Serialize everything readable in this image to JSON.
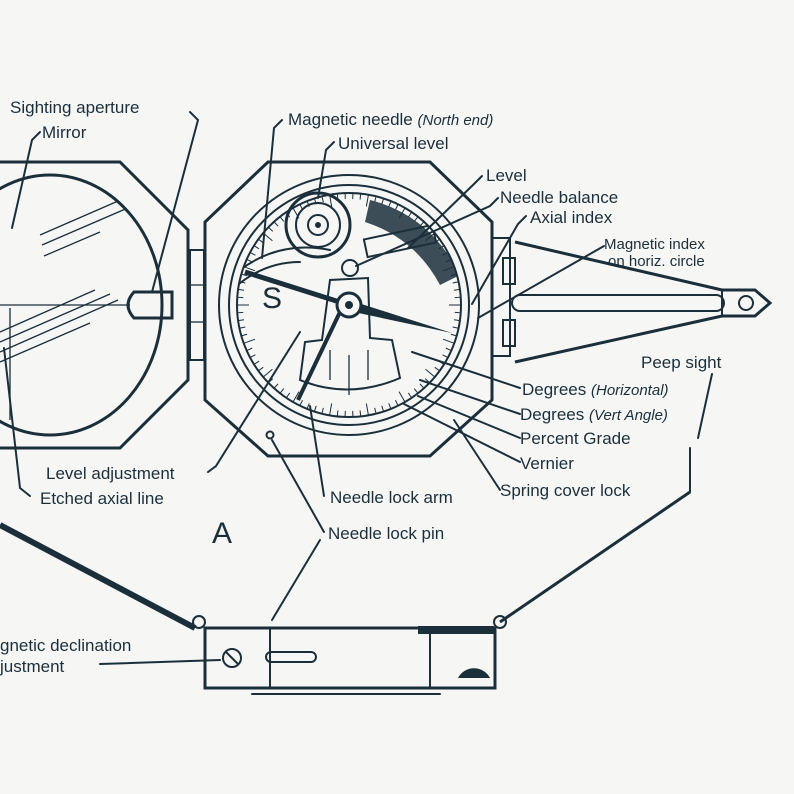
{
  "colors": {
    "ink": "#1b2f3b",
    "paper": "#f6f6f4"
  },
  "figure_letter": "A",
  "dial_letter": "S",
  "labels": {
    "sighting_aperture": "Sighting aperture",
    "mirror": "Mirror",
    "magnetic_needle": "Magnetic needle",
    "magnetic_needle_note": "(North end)",
    "universal_level": "Universal level",
    "level": "Level",
    "needle_balance": "Needle balance",
    "axial_index": "Axial index",
    "magnetic_index_line1": "Magnetic index",
    "magnetic_index_line2": "on horiz. circle",
    "peep_sight": "Peep sight",
    "degrees_h": "Degrees",
    "degrees_h_note": "(Horizontal)",
    "degrees_v": "Degrees",
    "degrees_v_note": "(Vert Angle)",
    "percent_grade": "Percent Grade",
    "vernier": "Vernier",
    "spring_cover_lock": "Spring cover lock",
    "level_adjustment": "Level adjustment",
    "etched_axial_line": "Etched axial line",
    "needle_lock_arm": "Needle lock arm",
    "needle_lock_pin": "Needle lock pin",
    "declination_line1": "gnetic declination",
    "declination_line2": "justment"
  }
}
